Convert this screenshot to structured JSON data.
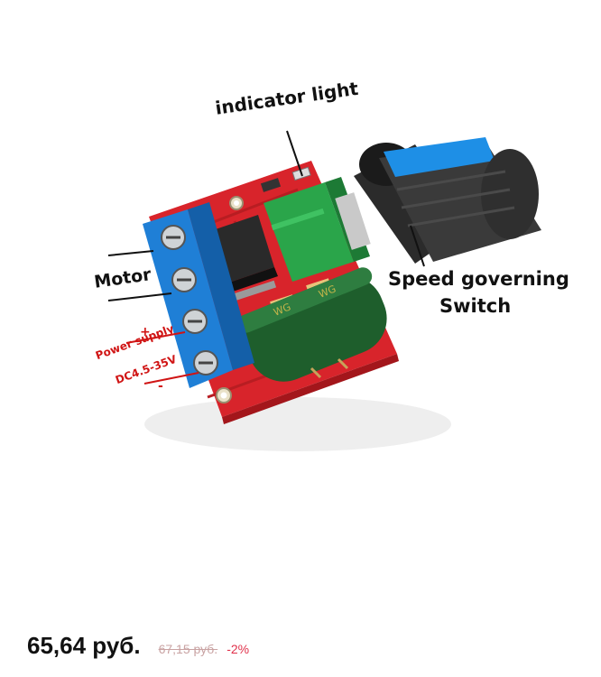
{
  "image_labels": {
    "indicator": "indicator light",
    "motor": "Motor",
    "speed_line1": "Speed governing",
    "speed_line2": "Switch",
    "power_line1": "Power supply",
    "power_line2": "DC4.5-35V",
    "plus": "+",
    "minus": "-"
  },
  "price": {
    "current": "65,64 руб.",
    "old": "67,15 руб.",
    "discount": "-2%"
  },
  "colors": {
    "pcb": "#d8242b",
    "terminal": "#1f7fd6",
    "potentiometer": "#2aa54a",
    "knob_accent": "#1e8fe6",
    "capacitor": "#1e5e2c",
    "discount": "#e0314b"
  }
}
